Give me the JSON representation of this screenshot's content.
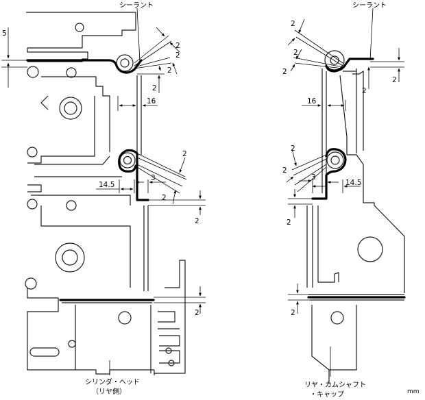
{
  "labels": {
    "sealant_left": "シーラント",
    "sealant_right": "シーラント",
    "cyl_head_line1": "シリンダ・ヘッド",
    "cyl_head_line2": "（リヤ側）",
    "rear_cam_line1": "リヤ・カムシャフト",
    "rear_cam_line2": "・キャップ",
    "unit": "mm"
  },
  "dimensions": {
    "left": {
      "top_gap": "5",
      "bead_upper_a": "2",
      "bead_upper_b": "2",
      "bead_upper_c": "2",
      "bead_upper_d": "2",
      "width_upper": "16",
      "bead_lower_a": "2",
      "bead_lower_b": "2",
      "width_lower_a": "14.5",
      "width_lower_b": "3",
      "gap_mid": "2",
      "gap_bottom": "2"
    },
    "right": {
      "bead_upper_a": "2",
      "bead_upper_b": "2",
      "bead_upper_c": "2",
      "bead_upper_d": "2",
      "width_upper": "16",
      "bead_lower_a": "2",
      "bead_lower_b": "2",
      "width_lower_a": "3",
      "width_lower_b": "14.5",
      "gap_mid": "2",
      "gap_bottom": "2"
    }
  }
}
